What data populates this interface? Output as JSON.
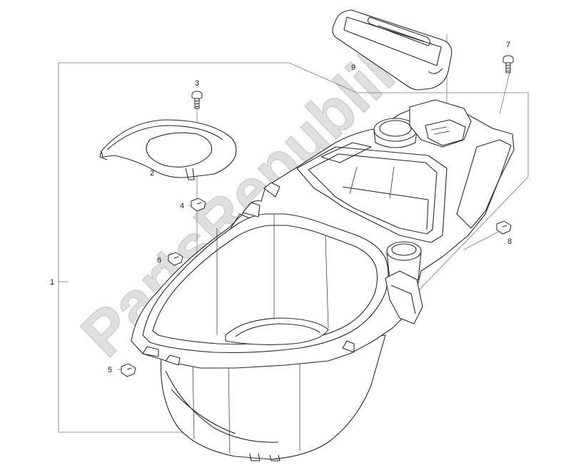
{
  "diagram": {
    "callouts": {
      "c1": "1",
      "c2": "2",
      "c3": "3",
      "c4": "4",
      "c5": "5",
      "c6": "6",
      "c7": "7",
      "c8": "8",
      "c9": "9"
    },
    "watermark": "PartsRepublik"
  },
  "colors": {
    "line": "#2b2b2b",
    "leader": "#777777",
    "watermark": "#bfbfbf"
  }
}
